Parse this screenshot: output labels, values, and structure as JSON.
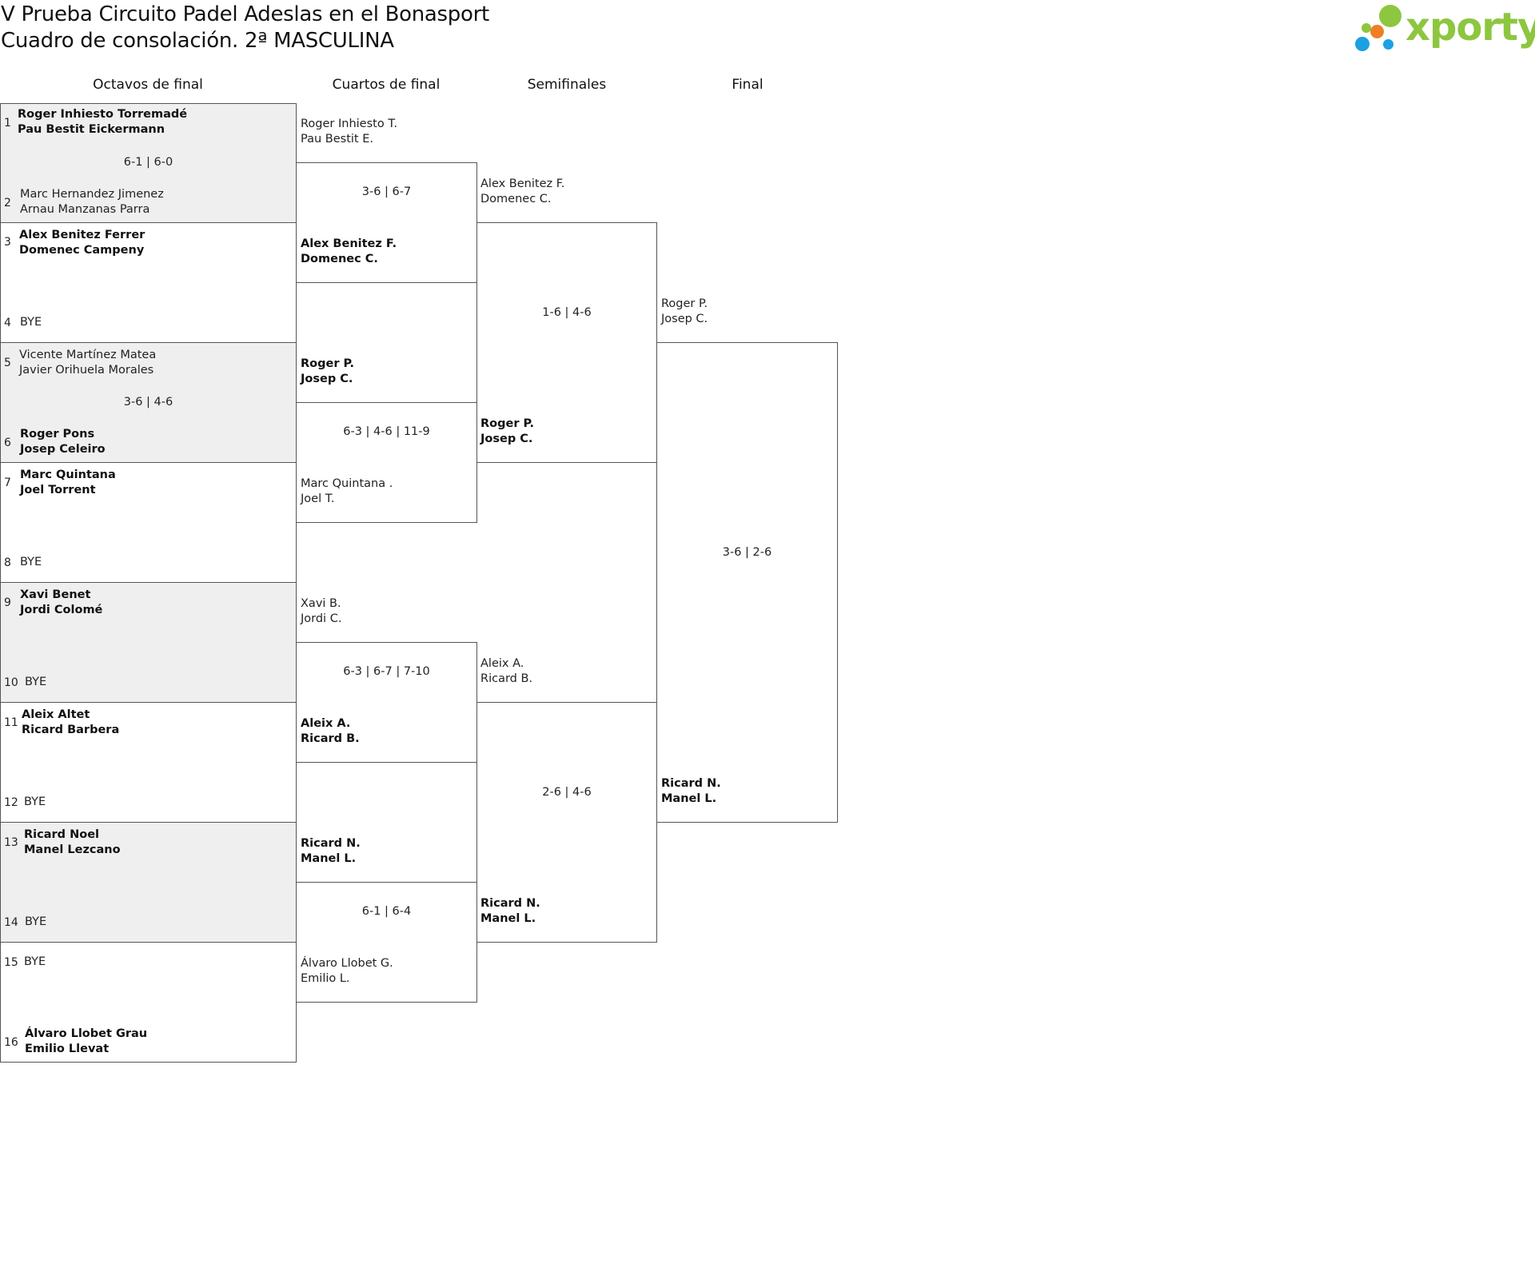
{
  "header": {
    "title_line1": "V Prueba Circuito Padel Adeslas en el Bonasport",
    "title_line2": "Cuadro de consolación. 2ª MASCULINA"
  },
  "logo": {
    "text": "xporty",
    "colors": {
      "green": "#8dc63f",
      "orange": "#f07e26",
      "blue": "#1ba1e2"
    }
  },
  "rounds": [
    "Octavos de final",
    "Cuartos de final",
    "Semifinales",
    "Final"
  ],
  "octavos": {
    "seeds": [
      "1",
      "2",
      "3",
      "4",
      "5",
      "6",
      "7",
      "8",
      "9",
      "10",
      "11",
      "12",
      "13",
      "14",
      "15",
      "16"
    ],
    "teams": [
      {
        "p1": "Roger Inhiesto Torremadé",
        "p2": "Pau Bestit Eickermann"
      },
      {
        "p1": "Marc Hernandez Jimenez",
        "p2": "Arnau Manzanas Parra"
      },
      {
        "p1": "Alex Benitez Ferrer",
        "p2": "Domenec Campeny"
      },
      {
        "p1": "BYE",
        "p2": ""
      },
      {
        "p1": "Vicente Martínez Matea",
        "p2": "Javier Orihuela Morales"
      },
      {
        "p1": "Roger Pons",
        "p2": "Josep Celeiro"
      },
      {
        "p1": "Marc Quintana",
        "p2": "Joel Torrent"
      },
      {
        "p1": "BYE",
        "p2": ""
      },
      {
        "p1": "Xavi Benet",
        "p2": "Jordi Colomé"
      },
      {
        "p1": "BYE",
        "p2": ""
      },
      {
        "p1": "Aleix Altet",
        "p2": "Ricard Barbera"
      },
      {
        "p1": "BYE",
        "p2": ""
      },
      {
        "p1": "Ricard Noel",
        "p2": "Manel Lezcano"
      },
      {
        "p1": "BYE",
        "p2": ""
      },
      {
        "p1": "BYE",
        "p2": ""
      },
      {
        "p1": "Álvaro Llobet Grau",
        "p2": "Emilio Llevat"
      }
    ],
    "scores": [
      "6-1 | 6-0",
      "",
      "3-6 | 4-6",
      "",
      "",
      "",
      "",
      ""
    ]
  },
  "cuartos": {
    "teams": [
      {
        "p1": "Roger Inhiesto T.",
        "p2": "Pau Bestit E."
      },
      {
        "p1": "Alex Benitez F.",
        "p2": "Domenec C."
      },
      {
        "p1": "Roger P.",
        "p2": "Josep C."
      },
      {
        "p1": "Marc Quintana .",
        "p2": "Joel T."
      },
      {
        "p1": "Xavi B.",
        "p2": "Jordi C."
      },
      {
        "p1": "Aleix A.",
        "p2": "Ricard B."
      },
      {
        "p1": "Ricard N.",
        "p2": "Manel L."
      },
      {
        "p1": "Álvaro Llobet G.",
        "p2": "Emilio L."
      }
    ],
    "scores": [
      "3-6 | 6-7",
      "6-3 | 4-6 | 11-9",
      "6-3 | 6-7 | 7-10",
      "6-1 | 6-4"
    ]
  },
  "semis": {
    "teams": [
      {
        "p1": "Alex Benitez F.",
        "p2": "Domenec C."
      },
      {
        "p1": "Roger P.",
        "p2": "Josep C."
      },
      {
        "p1": "Aleix A.",
        "p2": "Ricard B."
      },
      {
        "p1": "Ricard N.",
        "p2": "Manel L."
      }
    ],
    "scores": [
      "1-6 | 4-6",
      "2-6 | 4-6"
    ]
  },
  "final": {
    "teams": [
      {
        "p1": "Roger P.",
        "p2": "Josep C."
      },
      {
        "p1": "Ricard N.",
        "p2": "Manel L."
      }
    ],
    "score": "3-6 | 2-6"
  }
}
